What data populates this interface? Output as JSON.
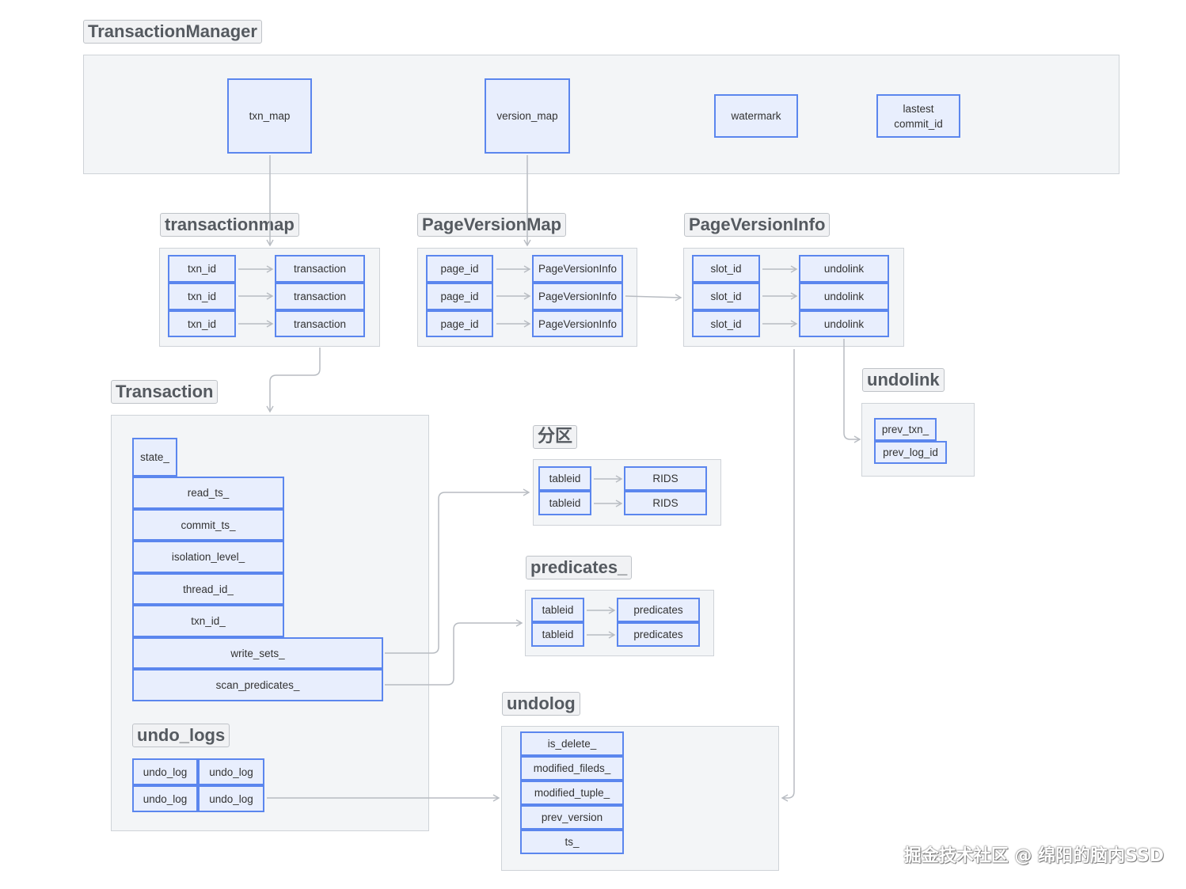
{
  "transaction_manager": {
    "title": "TransactionManager",
    "txn_map": "txn_map",
    "version_map": "version_map",
    "watermark": "watermark",
    "lastest_commit_id": "lastest\ncommit_id"
  },
  "transactionmap": {
    "title": "transactionmap",
    "rows": [
      {
        "key": "txn_id",
        "value": "transaction"
      },
      {
        "key": "txn_id",
        "value": "transaction"
      },
      {
        "key": "txn_id",
        "value": "transaction"
      }
    ]
  },
  "page_version_map": {
    "title": "PageVersionMap",
    "rows": [
      {
        "key": "page_id",
        "value": "PageVersionInfo"
      },
      {
        "key": "page_id",
        "value": "PageVersionInfo"
      },
      {
        "key": "page_id",
        "value": "PageVersionInfo"
      }
    ]
  },
  "page_version_info": {
    "title": "PageVersionInfo",
    "rows": [
      {
        "key": "slot_id",
        "value": "undolink"
      },
      {
        "key": "slot_id",
        "value": "undolink"
      },
      {
        "key": "slot_id",
        "value": "undolink"
      }
    ]
  },
  "undolink": {
    "title": "undolink",
    "fields": [
      "prev_txn_",
      "prev_log_id"
    ]
  },
  "transaction": {
    "title": "Transaction",
    "state": "state_",
    "fields": [
      "read_ts_",
      "commit_ts_",
      "isolation_level_",
      "thread_id_",
      "txn_id_"
    ],
    "write_sets": "write_sets_",
    "scan_predicates": "scan_predicates_"
  },
  "undo_logs": {
    "title": "undo_logs",
    "cells": [
      "undo_log",
      "undo_log",
      "undo_log",
      "undo_log"
    ]
  },
  "partition": {
    "title": "分区",
    "rows": [
      {
        "key": "tableid",
        "value": "RIDS"
      },
      {
        "key": "tableid",
        "value": "RIDS"
      }
    ]
  },
  "predicates": {
    "title": "predicates_",
    "rows": [
      {
        "key": "tableid",
        "value": "predicates"
      },
      {
        "key": "tableid",
        "value": "predicates"
      }
    ]
  },
  "undolog": {
    "title": "undolog",
    "fields": [
      "is_delete_",
      "modified_fileds_",
      "modified_tuple_",
      "prev_version",
      "ts_"
    ]
  },
  "watermark_text": "掘金技术社区 @ 绵阳的脑内SSD",
  "colors": {
    "node_fill": "#e8eefd",
    "node_border": "#5b86ee",
    "group_fill": "#f3f5f7",
    "connector": "#b8bcc2"
  }
}
